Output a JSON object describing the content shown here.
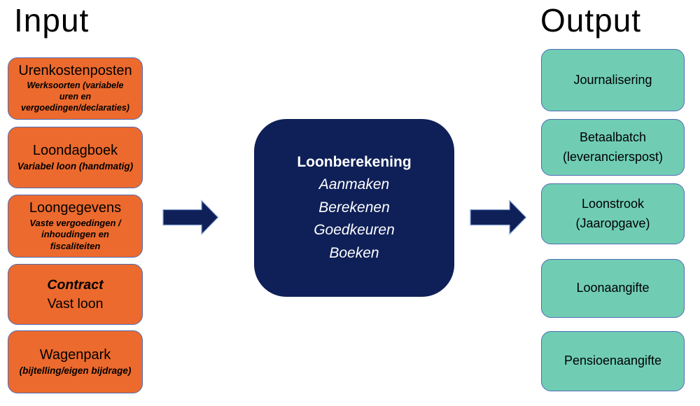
{
  "titles": {
    "input": "Input",
    "output": "Output"
  },
  "input_boxes": [
    {
      "title": "Urenkostenposten",
      "subtitle": "Werksoorten (variabele\nuren en\nvergoedingen/declaraties)"
    },
    {
      "title": "Loondagboek",
      "subtitle": "Variabel loon (handmatig)"
    },
    {
      "title": "Loongegevens",
      "subtitle": "Vaste vergoedingen /\ninhoudingen en\nfiscaliteiten"
    },
    {
      "title": "Contract",
      "subtitle": "Vast loon"
    },
    {
      "title": "Wagenpark",
      "subtitle": "(bijtelling/eigen bijdrage)"
    }
  ],
  "process_box": {
    "title": "Loonberekening",
    "steps": [
      "Aanmaken",
      "Berekenen",
      "Goedkeuren",
      "Boeken"
    ]
  },
  "output_boxes": [
    {
      "label": "Journalisering"
    },
    {
      "label": "Betaalbatch\n(leverancierspost)"
    },
    {
      "label": "Loonstrook\n(Jaaropgave)"
    },
    {
      "label": "Loonaangifte"
    },
    {
      "label": "Pensioenaangifte"
    }
  ],
  "colors": {
    "input_box_fill": "#EC6A2D",
    "output_box_fill": "#70CDB4",
    "process_fill": "#0F2058",
    "box_border": "#4F6CB5",
    "arrow_fill": "#0F2058",
    "arrow_outline": "#8FAADC",
    "text_dark": "#000000",
    "text_light": "#FFFFFF"
  }
}
